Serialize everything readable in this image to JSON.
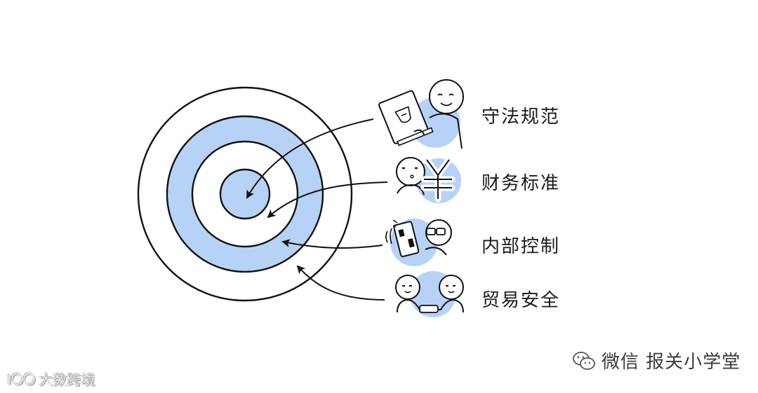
{
  "labels": {
    "ring_1": "守法规范",
    "ring_2": "财务标准",
    "ring_3": "内部控制",
    "ring_4": "贸易安全"
  },
  "icons": {
    "ring_1": "person-holding-law-book-icon",
    "ring_2": "person-with-yuan-sign-icon",
    "ring_3": "person-holding-phone-icon",
    "ring_4": "two-people-handshake-icon"
  },
  "colors": {
    "ring_fill": "#b6d3f7",
    "line": "#111111",
    "background": "#ffffff"
  },
  "watermarks": {
    "left": "大数跨境",
    "left_logo": "I〇〇",
    "right": "微信 报关小学堂"
  }
}
